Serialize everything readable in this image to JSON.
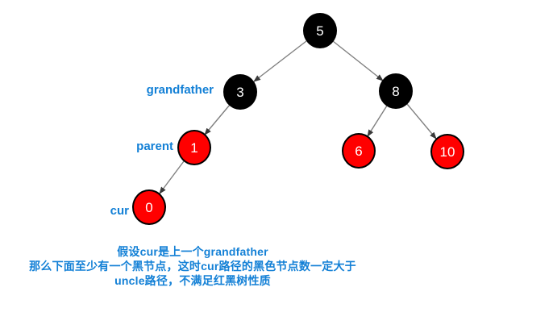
{
  "diagram": {
    "type": "red-black-tree",
    "nodes": [
      {
        "value": "5",
        "color": "black"
      },
      {
        "value": "3",
        "color": "black"
      },
      {
        "value": "8",
        "color": "black"
      },
      {
        "value": "1",
        "color": "red"
      },
      {
        "value": "0",
        "color": "red"
      },
      {
        "value": "6",
        "color": "red"
      },
      {
        "value": "10",
        "color": "red"
      }
    ],
    "edges": [
      "5→3",
      "5→8",
      "3→1",
      "1→0",
      "8→6",
      "8→10"
    ],
    "labels": {
      "grandfather": "grandfather",
      "parent": "parent",
      "cur": "cur"
    },
    "caption": {
      "line1": "假设cur是上一个grandfather",
      "line2": "那么下面至少有一个黑节点，这时cur路径的黑色节点数一定大于",
      "line3": "uncle路径，不满足红黑树性质"
    },
    "colors": {
      "black_node": "#000000",
      "red_node": "#ff0000",
      "node_text": "#ffffff",
      "label_text": "#1380d6",
      "edge": "#7f7f7f",
      "background": "#ffffff"
    }
  }
}
